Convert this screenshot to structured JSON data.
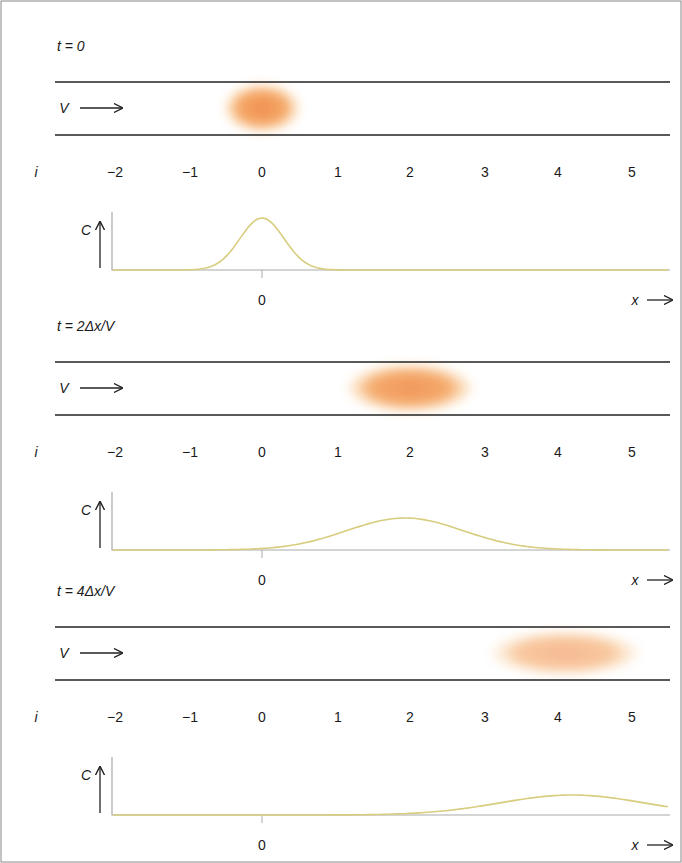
{
  "diagram": {
    "labels": [
      "t = 0",
      "V",
      "i",
      "−2",
      "−1",
      "0",
      "1",
      "2",
      "3",
      "4",
      "5",
      "C",
      "0",
      "x",
      "t = 2Δx/V",
      "V",
      "i",
      "−2",
      "−1",
      "0",
      "1",
      "2",
      "3",
      "4",
      "5",
      "C",
      "0",
      "x",
      "t = 4Δx/V",
      "V",
      "i",
      "−2",
      "−1",
      "0",
      "1",
      "2",
      "3",
      "4",
      "5",
      "C",
      "0",
      "x"
    ]
  }
}
